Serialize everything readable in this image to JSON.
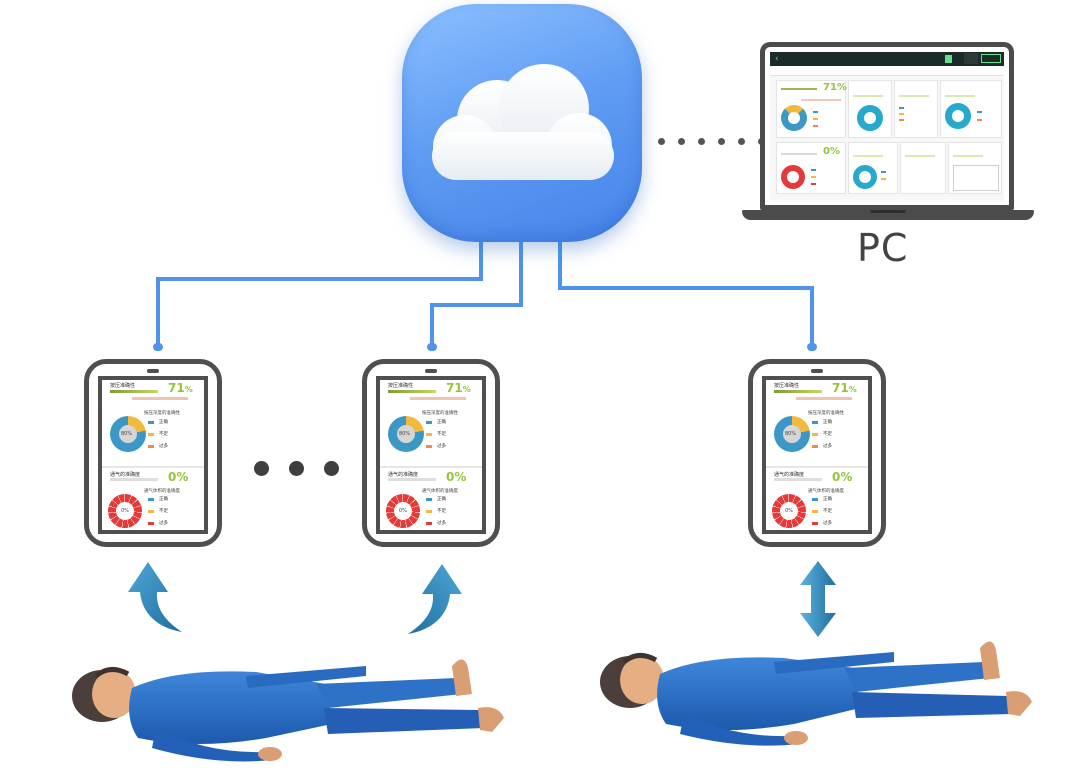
{
  "pc_label": "PC",
  "tablet": {
    "chest_label": "按压准确性",
    "chest_percent": "71",
    "chest_sub": "按压深度的准确性",
    "chest_inner": "80%",
    "chest_legend": [
      "正确",
      "不足",
      "过多"
    ],
    "vent_label": "通气的准确度",
    "vent_percent": "0%",
    "vent_sub": "通气体积的准确度",
    "vent_inner": "0%",
    "vent_legend": [
      "正确",
      "不足",
      "过多"
    ]
  },
  "colors": {
    "wire": "#4f94ea",
    "cloud_app": "#5f9cf3",
    "arrow": "#2f88bd",
    "manikin_suit": "#2b6fc7",
    "accent_green": "#95c43b"
  },
  "icons": {
    "cloud": "cloud-icon",
    "arrow_up": "curved-arrow-up-icon",
    "arrow_bidirectional": "bidirectional-arrow-icon"
  }
}
